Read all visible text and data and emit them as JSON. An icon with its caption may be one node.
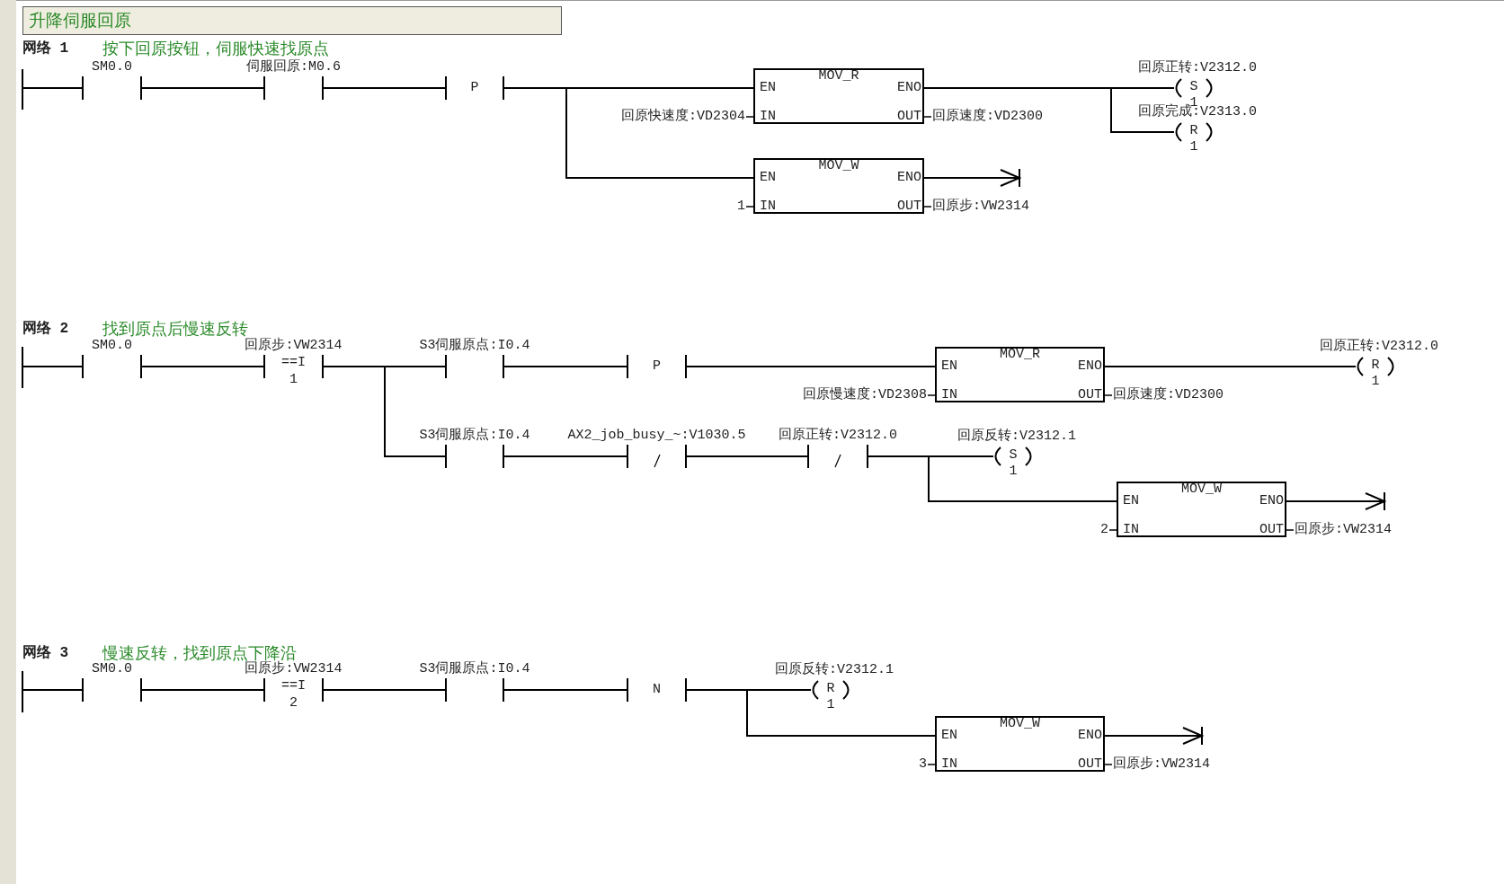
{
  "diagram": {
    "nodes": [
      {
        "text": [
          "升降伺服回原"
        ]
      },
      {
        "text": [],
        "shape": "bar"
      },
      {
        "text": [
          "SM0.0"
        ]
      },
      {
        "text": [
          "伺服回原:M0.6"
        ]
      },
      {
        "text": [
          "P"
        ]
      },
      {
        "text": [
          "MOV_R",
          "EN",
          "ENO",
          "IN",
          "OUT"
        ],
        "beside": [
          "回原快速度:VD2304",
          "回原速度:VD2300"
        ]
      },
      {
        "text": [
          "S",
          "1"
        ],
        "beside": [
          "回原正转:V2312.0"
        ]
      },
      {
        "text": [
          "R",
          "1"
        ],
        "beside": [
          "回原完成:V2313.0"
        ]
      },
      {
        "text": [
          "MOV_W",
          "EN",
          "ENO",
          "IN",
          "OUT"
        ],
        "beside": [
          "1",
          "回原步:VW2314"
        ]
      },
      {
        "text": [],
        "shape": "bar"
      },
      {
        "text": [
          "SM0.0"
        ]
      },
      {
        "text": [
          "回原步:VW2314",
          "==I",
          "1"
        ]
      },
      {
        "text": [
          "S3伺服原点:I0.4"
        ]
      },
      {
        "text": [
          "P"
        ]
      },
      {
        "text": [
          "MOV_R",
          "EN",
          "ENO",
          "IN",
          "OUT"
        ],
        "beside": [
          "回原慢速度:VD2308",
          "回原速度:VD2300"
        ]
      },
      {
        "text": [
          "R",
          "1"
        ],
        "beside": [
          "回原正转:V2312.0"
        ]
      },
      {
        "text": [
          "S3伺服原点:I0.4"
        ]
      },
      {
        "text": [
          "AX2_job_busy_~:V1030.5"
        ]
      },
      {
        "text": [
          "回原正转:V2312.0"
        ]
      },
      {
        "text": [
          "S",
          "1"
        ],
        "beside": [
          "回原反转:V2312.1"
        ]
      },
      {
        "text": [
          "MOV_W",
          "EN",
          "ENO",
          "IN",
          "OUT"
        ],
        "beside": [
          "2",
          "回原步:VW2314"
        ]
      },
      {
        "text": [],
        "shape": "bar"
      },
      {
        "text": [
          "SM0.0"
        ]
      },
      {
        "text": [
          "回原步:VW2314",
          "==I",
          "2"
        ]
      },
      {
        "text": [
          "S3伺服原点:I0.4"
        ]
      },
      {
        "text": [
          "N"
        ]
      },
      {
        "text": [
          "R",
          "1"
        ],
        "beside": [
          "回原反转:V2312.1"
        ]
      },
      {
        "text": [
          "MOV_W",
          "EN",
          "ENO",
          "IN",
          "OUT"
        ],
        "beside": [
          "3",
          "回原步:VW2314"
        ]
      }
    ],
    "edges": [
      {
        "from": 1,
        "to": 2,
        "arrow": "none"
      },
      {
        "from": 2,
        "to": 3,
        "arrow": "none"
      },
      {
        "from": 3,
        "to": 4,
        "arrow": "none"
      },
      {
        "from": 4,
        "to": 5,
        "arrow": "none"
      },
      {
        "from": 4,
        "to": 8,
        "arrow": "none"
      },
      {
        "from": 5,
        "to": 6,
        "arrow": "none"
      },
      {
        "from": 5,
        "to": 7,
        "arrow": "none"
      },
      {
        "from": 8,
        "to": null,
        "arrow": "to"
      },
      {
        "from": 9,
        "to": 10,
        "arrow": "none"
      },
      {
        "from": 10,
        "to": 11,
        "arrow": "none"
      },
      {
        "from": 11,
        "to": 12,
        "arrow": "none"
      },
      {
        "from": 11,
        "to": 16,
        "arrow": "none"
      },
      {
        "from": 12,
        "to": 13,
        "arrow": "none"
      },
      {
        "from": 13,
        "to": 14,
        "arrow": "none"
      },
      {
        "from": 14,
        "to": 15,
        "arrow": "none"
      },
      {
        "from": 16,
        "to": 17,
        "arrow": "none"
      },
      {
        "from": 17,
        "to": 18,
        "arrow": "none"
      },
      {
        "from": 18,
        "to": 19,
        "arrow": "none"
      },
      {
        "from": 18,
        "to": 20,
        "arrow": "none"
      },
      {
        "from": 20,
        "to": null,
        "arrow": "to"
      },
      {
        "from": 21,
        "to": 22,
        "arrow": "none"
      },
      {
        "from": 22,
        "to": 23,
        "arrow": "none"
      },
      {
        "from": 23,
        "to": 24,
        "arrow": "none"
      },
      {
        "from": 24,
        "to": 25,
        "arrow": "none"
      },
      {
        "from": 25,
        "to": 26,
        "arrow": "none"
      },
      {
        "from": 25,
        "to": 27,
        "arrow": "none"
      },
      {
        "from": 27,
        "to": null,
        "arrow": "to"
      }
    ],
    "labels": [
      "网络 1",
      "按下回原按钮，伺服快速找原点",
      "网络 2",
      "找到原点后慢速反转",
      "网络 3",
      "慢速反转，找到原点下降沿"
    ]
  }
}
